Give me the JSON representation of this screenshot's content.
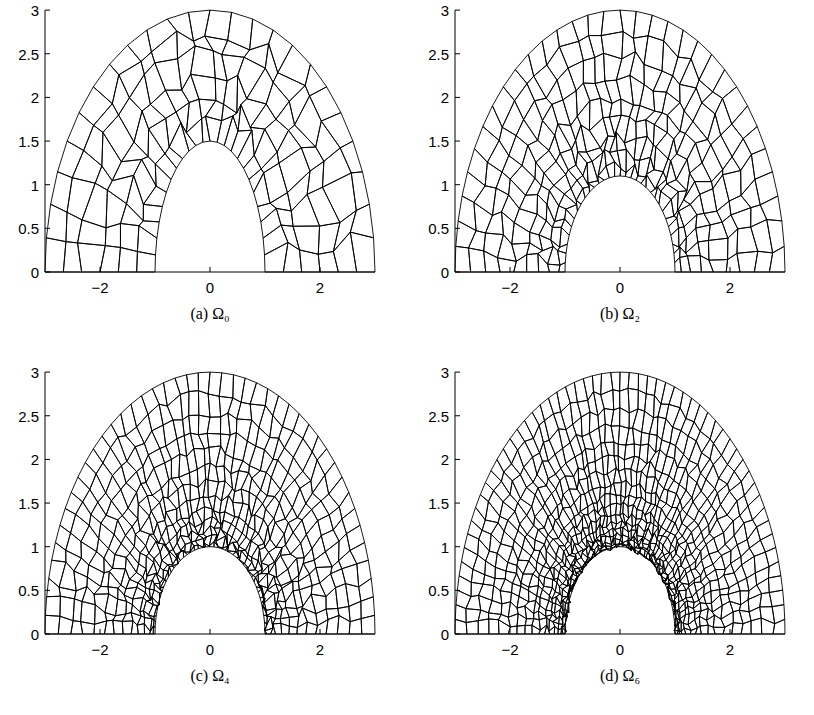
{
  "diagram": {
    "labels": [
      "3",
      "2.5",
      "2",
      "1.5",
      "1",
      "0.5",
      "0",
      "−2",
      "0",
      "2",
      "(a) Ω₀",
      "3",
      "2.5",
      "2",
      "1.5",
      "1",
      "0.5",
      "0",
      "−2",
      "0",
      "2",
      "(b) Ω₂",
      "3",
      "2.5",
      "2",
      "1.5",
      "1",
      "0.5",
      "0",
      "−2",
      "0",
      "2",
      "(c) Ω₄",
      "3",
      "2.5",
      "2",
      "1.5",
      "1",
      "0.5",
      "0",
      "−2",
      "0",
      "2",
      "(d) Ω₆"
    ]
  }
}
